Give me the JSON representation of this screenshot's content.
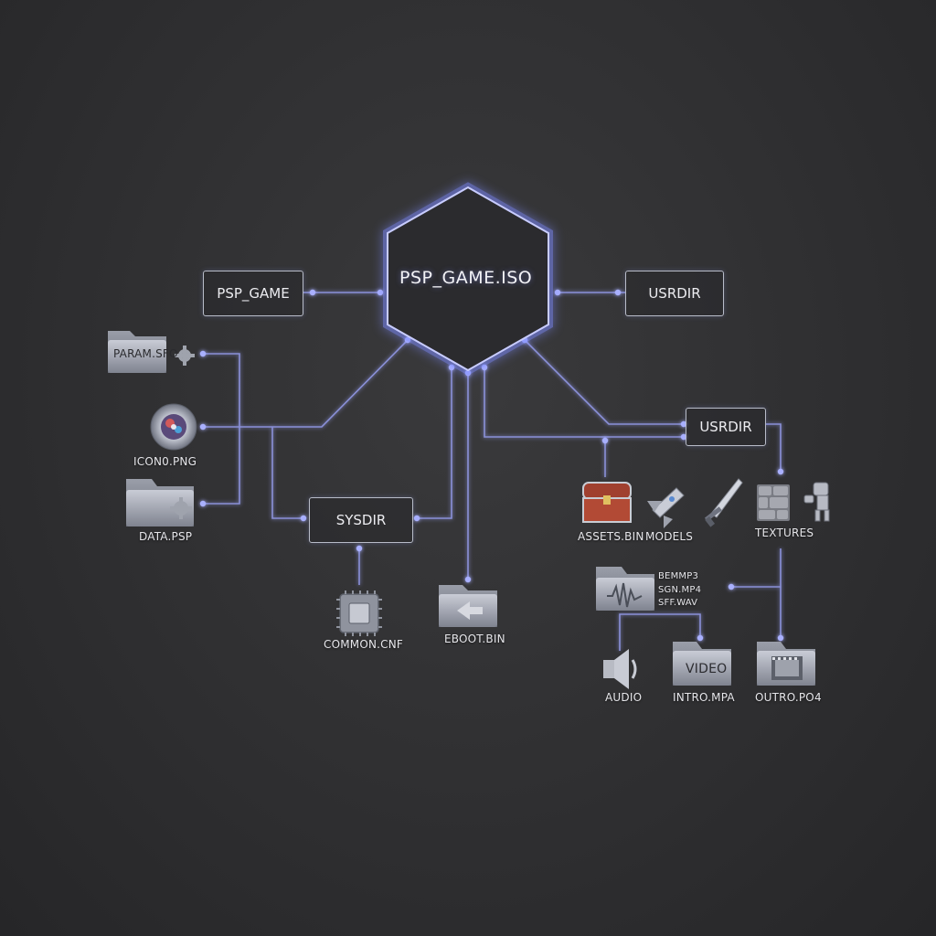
{
  "hub": {
    "label": "PSP_GAME.ISO"
  },
  "nodes": {
    "psp_game": "PSP_GAME",
    "usrdir_top": "USRDIR",
    "usrdir_mid": "USRDIR",
    "sysdir": "SYSDIR"
  },
  "files": {
    "param_sfo": "PARAM.SFO",
    "icon0_png": "ICON0.PNG",
    "data_psp": "DATA.PSP",
    "common_cnf": "COMMON.CNF",
    "eboot_bin": "EBOOT.BIN",
    "assets_bin": "ASSETS.BIN",
    "models": "MODELS",
    "textures": "TEXTURES",
    "audio_list": [
      "BEMMP3",
      "SGN.MP4",
      "SFF.WAV"
    ],
    "audio": "AUDIO",
    "video_badge": "VIDEO",
    "intro_mpa": "INTRO.MPA",
    "outro_po4": "OUTRO.PO4"
  },
  "colors": {
    "line": "#8a90d8",
    "dot": "#a9b0ff",
    "box_border": "#b8bcc8",
    "hex_glow": "#7f8cff"
  }
}
